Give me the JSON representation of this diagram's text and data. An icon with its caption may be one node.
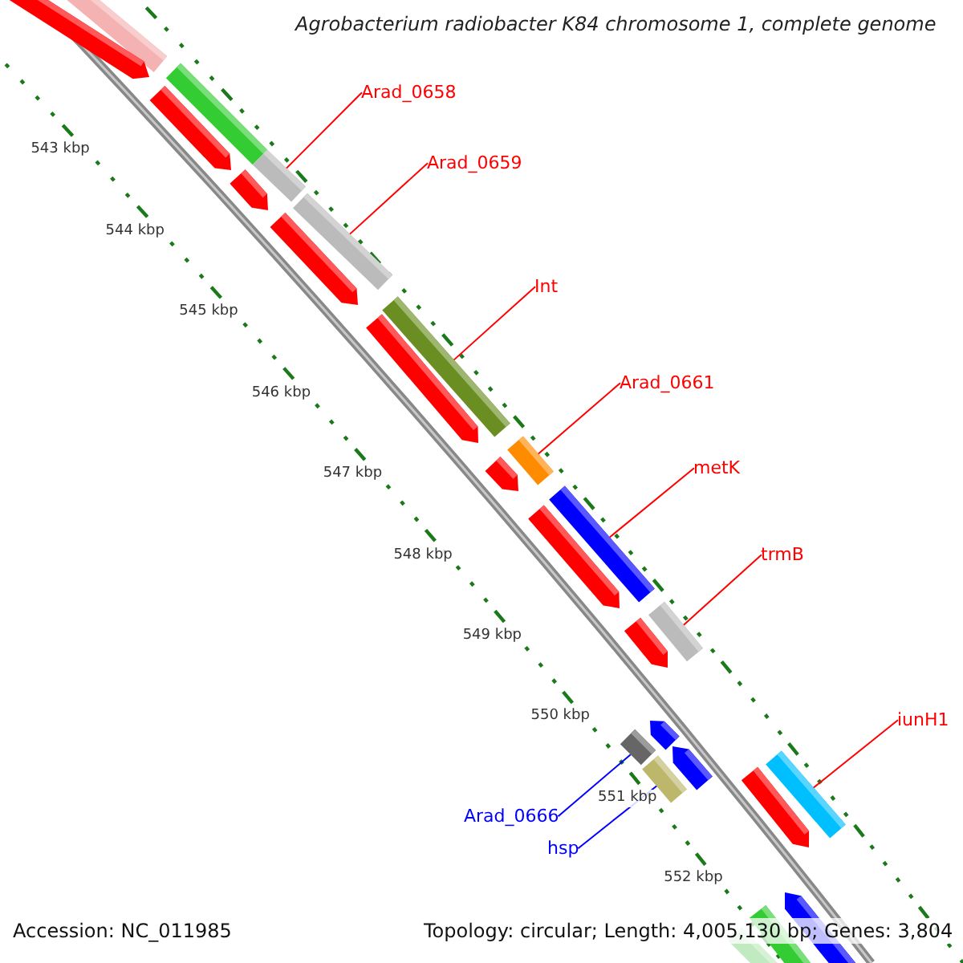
{
  "diagram": {
    "title": "Agrobacterium radiobacter K84 chromosome 1, complete genome",
    "nodes": [
      {
        "text": [
          "Arad_0658"
        ]
      },
      {
        "text": [
          "Arad_0659"
        ]
      },
      {
        "text": [
          "Int"
        ]
      },
      {
        "text": [
          "Arad_0661"
        ]
      },
      {
        "text": [
          "metK"
        ]
      },
      {
        "text": [
          "trmB"
        ]
      },
      {
        "text": [
          "iunH1"
        ]
      },
      {
        "text": [
          "Arad_0666"
        ]
      },
      {
        "text": [
          "hsp"
        ]
      },
      {
        "text": [],
        "shape": "bar"
      },
      {
        "text": [],
        "shape": "bar"
      },
      {
        "text": [],
        "shape": "bar"
      },
      {
        "text": [],
        "shape": "bar"
      },
      {
        "text": [],
        "shape": "bar"
      },
      {
        "text": [],
        "shape": "bar"
      },
      {
        "text": [],
        "shape": "bar"
      },
      {
        "text": [],
        "shape": "bar"
      },
      {
        "text": [],
        "shape": "bar"
      }
    ],
    "edges": [
      {
        "from": 0,
        "to": 9,
        "arrow": "none"
      },
      {
        "from": 1,
        "to": 10,
        "arrow": "none"
      },
      {
        "from": 2,
        "to": 11,
        "arrow": "none"
      },
      {
        "from": 3,
        "to": 12,
        "arrow": "none"
      },
      {
        "from": 4,
        "to": 13,
        "arrow": "none"
      },
      {
        "from": 5,
        "to": 14,
        "arrow": "none"
      },
      {
        "from": 6,
        "to": 17,
        "arrow": "none"
      },
      {
        "from": 7,
        "to": 15,
        "arrow": "none",
        "color": "#0000ff"
      },
      {
        "from": 8,
        "to": 16,
        "arrow": "none",
        "color": "#0000ff"
      }
    ],
    "labels": [
      "543 kbp",
      "544 kbp",
      "545 kbp",
      "546 kbp",
      "547 kbp",
      "548 kbp",
      "549 kbp",
      "550 kbp",
      "551 kbp",
      "552 kbp",
      "Accession: NC_011985",
      "Topology: circular; Length: 4,005,130 bp; Genes: 3,804"
    ]
  }
}
